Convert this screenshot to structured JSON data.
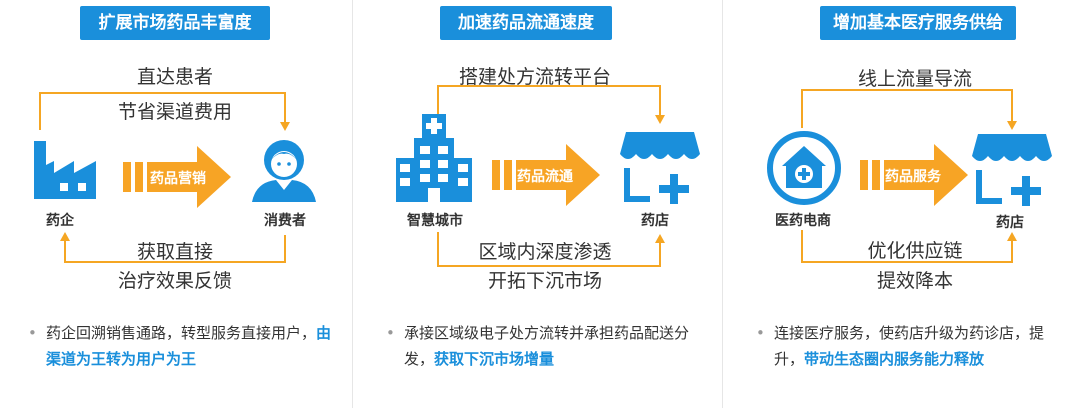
{
  "colors": {
    "title_bg": "#1a8fdb",
    "icon_blue": "#1a8fdb",
    "arrow_orange": "#f7a425",
    "line_orange": "#f5a623",
    "highlight": "#1a8fdb"
  },
  "panels": [
    {
      "title": "扩展市场药品丰富度",
      "top_label_1": "直达患者",
      "top_label_2": "节省渠道费用",
      "arrow_text": "药品营销",
      "left_name": "药企",
      "right_name": "消费者",
      "bottom_label_1": "获取直接",
      "bottom_label_2": "治疗效果反馈",
      "left_icon": "factory-icon",
      "right_icon": "consumer-icon",
      "bullet": "•",
      "desc_plain": "药企回溯销售通路，转型服务直接用户，",
      "desc_highlight": "由渠道为王转为用户为王"
    },
    {
      "title": "加速药品流通速度",
      "top_label_1": "搭建处方流转平台",
      "arrow_text": "药品流通",
      "left_name": "智慧城市",
      "right_name": "药店",
      "bottom_label_1": "区域内深度渗透",
      "bottom_label_2": "开拓下沉市场",
      "left_icon": "hospital-building-icon",
      "right_icon": "store-icon",
      "bullet": "•",
      "desc_plain": "承接区域级电子处方流转并承担药品配送分发，",
      "desc_highlight": "获取下沉市场增量"
    },
    {
      "title": "增加基本医疗服务供给",
      "top_label_1": "线上流量导流",
      "arrow_text": "药品服务",
      "left_name": "医药电商",
      "right_name": "药店",
      "bottom_label_1": "优化供应链",
      "bottom_label_2": "提效降本",
      "left_icon": "medical-ecommerce-icon",
      "right_icon": "store-icon",
      "bullet": "•",
      "desc_plain": "连接医疗服务，使药店升级为药诊店，提升，",
      "desc_highlight": "带动生态圈内服务能力释放"
    }
  ]
}
